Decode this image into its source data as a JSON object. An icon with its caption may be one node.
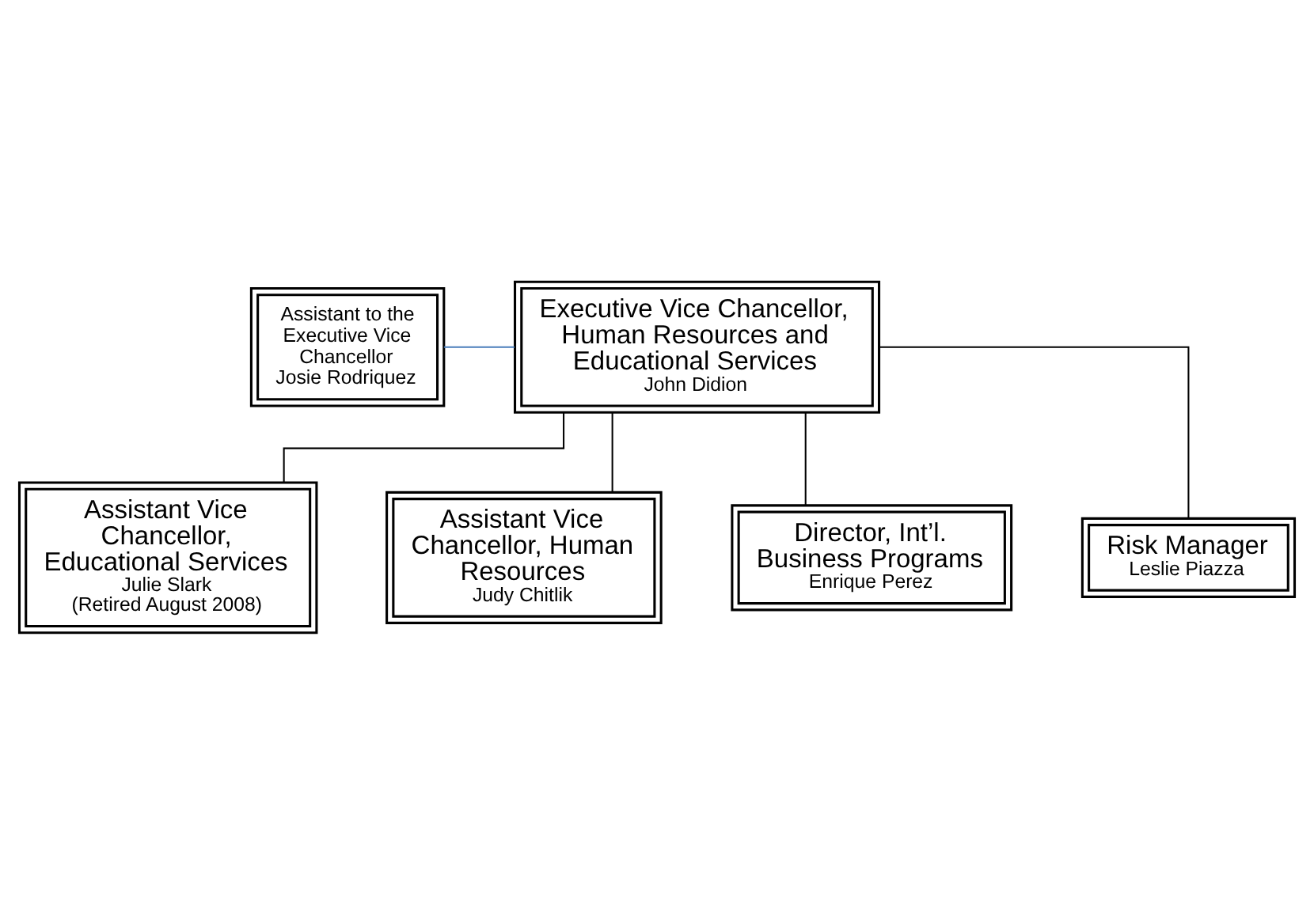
{
  "diagram": {
    "nodes": [
      {
        "text": [
          "Executive Vice Chancellor, Human Resources and Educational Services",
          "John Didion"
        ]
      },
      {
        "text": [
          "Assistant to the Executive Vice Chancellor",
          "Josie Rodriquez"
        ]
      },
      {
        "text": [
          "Assistant Vice Chancellor, Educational Services",
          "Julie Slark",
          "(Retired August 2008)"
        ]
      },
      {
        "text": [
          "Assistant Vice Chancellor, Human Resources",
          "Judy Chitlik"
        ]
      },
      {
        "text": [
          "Director, Int’l. Business Programs",
          "Enrique Perez"
        ]
      },
      {
        "text": [
          "Risk Manager",
          "Leslie Piazza"
        ]
      }
    ],
    "edges": [
      {
        "from": 1,
        "to": 0,
        "arrow": "none",
        "color": "#4a7ebb"
      },
      {
        "from": 0,
        "to": 2,
        "arrow": "none"
      },
      {
        "from": 0,
        "to": 3,
        "arrow": "none"
      },
      {
        "from": 0,
        "to": 4,
        "arrow": "none"
      },
      {
        "from": 0,
        "to": 5,
        "arrow": "none"
      }
    ]
  }
}
